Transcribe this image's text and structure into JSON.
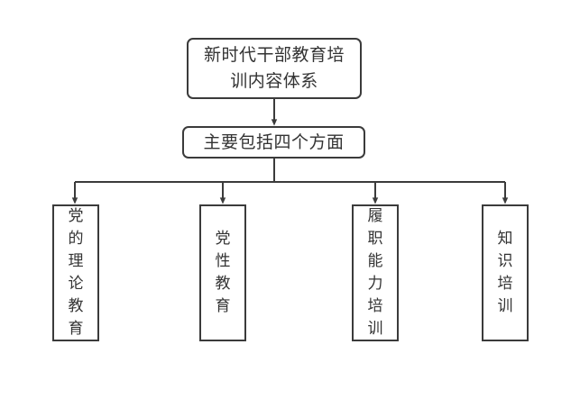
{
  "diagram": {
    "background_color": "#ffffff",
    "stroke_color": "#3b3b3b",
    "text_color": "#333333",
    "root": {
      "label": "新时代干部教育培训内容体系",
      "shape": "rounded-rectangle"
    },
    "subtitle_node": {
      "label": "主要包括四个方面",
      "shape": "rounded-rectangle"
    },
    "leaves": [
      {
        "label": "党的理论教育",
        "shape": "rectangle",
        "orientation": "vertical"
      },
      {
        "label": "党性教育",
        "shape": "rectangle",
        "orientation": "vertical"
      },
      {
        "label": "履职能力培训",
        "shape": "rectangle",
        "orientation": "vertical"
      },
      {
        "label": "知识培训",
        "shape": "rectangle",
        "orientation": "vertical"
      }
    ]
  }
}
